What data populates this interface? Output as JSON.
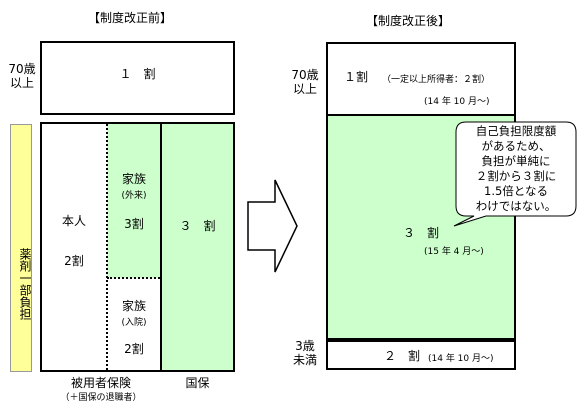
{
  "left": {
    "heading": "【制度改正前】",
    "age_70_label": "70歳\n以上",
    "top_box": "１　割",
    "side_label": "薬剤一部負担",
    "honnin": "本人",
    "honnin_rate": "2割",
    "kazoku_gairai": "家族",
    "kazoku_gairai_sub": "(外来)",
    "kazoku_gairai_rate": "3割",
    "kazoku_nyuin": "家族",
    "kazoku_nyuin_sub": "(入院)",
    "kazoku_nyuin_rate": "2割",
    "kokuho_rate": "３　割",
    "footer_hiyosha": "被用者保険",
    "footer_hiyosha_sub": "（＋国保の退職者）",
    "footer_kokuho": "国保"
  },
  "right": {
    "heading": "【制度改正後】",
    "age_70_label": "70歳\n以上",
    "top_rate": "１割",
    "top_note": "（一定以上所得者：２割）",
    "top_date": "(14 年 10 月～)",
    "mid_rate": "３　割",
    "mid_date": "(15 年 4 月～)",
    "age_3_label": "3歳\n未満",
    "bottom_rate": "２　割",
    "bottom_date": "(14 年 10 月～)",
    "callout": "自己負担限度額\nがあるため、\n負担が単純に\n２割から３割に\n1.5倍となる\nわけではない。"
  },
  "colors": {
    "green": "#ccffcc",
    "yellow": "#ffff99",
    "border": "#000000"
  }
}
